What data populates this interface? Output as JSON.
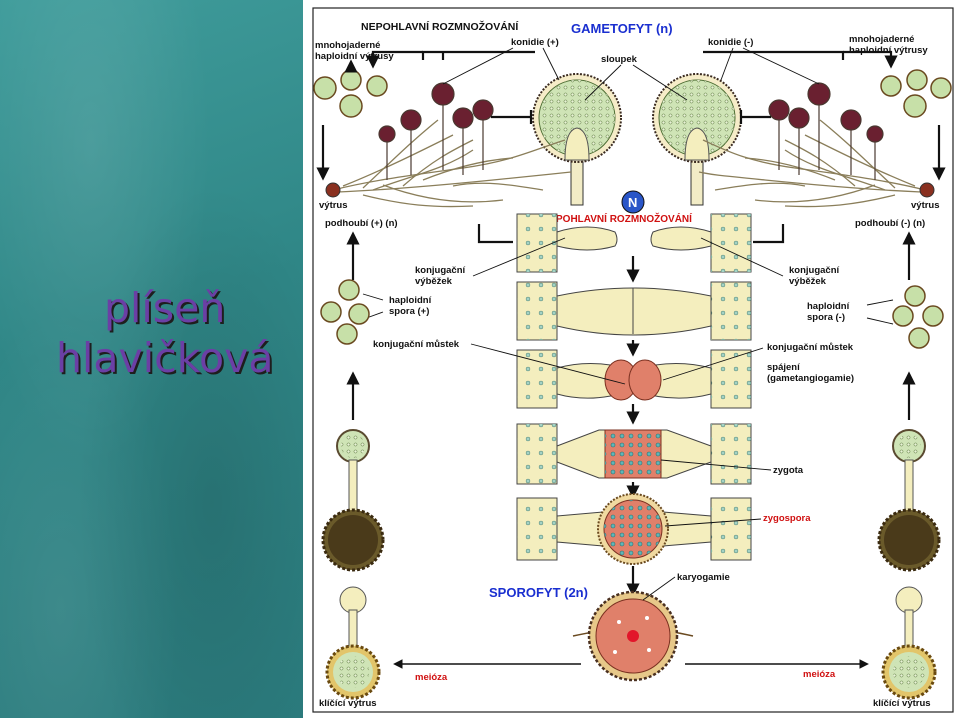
{
  "slide": {
    "title_line1": "plíseň",
    "title_line2": "hlavičková"
  },
  "diagram": {
    "headings": {
      "asexual": "NEPOHLAVNÍ ROZMNOŽOVÁNÍ",
      "gametophyte": "GAMETOFYT (n)",
      "sexual": "POHLAVNÍ ROZMNOŽOVÁNÍ",
      "haploid_badge": "N",
      "sporophyte": "SPOROFYT (2n)"
    },
    "labels": {
      "conidia_plus": "konidie (+)",
      "conidia_minus": "konidie (-)",
      "column": "sloupek",
      "multinucleate_left_1": "mnohojaderné",
      "multinucleate_left_2": "haploidní výtrusy",
      "multinucleate_right_1": "mnohojaderné",
      "multinucleate_right_2": "haploidní výtrusy",
      "spore_left": "výtrus",
      "spore_right": "výtrus",
      "mycelium_plus": "podhoubí (+) (n)",
      "mycelium_minus": "podhoubí (-) (n)",
      "conj_left_1": "konjugační",
      "conj_left_2": "výběžek",
      "conj_right_1": "konjugační",
      "conj_right_2": "výběžek",
      "hap_plus_1": "haploidní",
      "hap_plus_2": "spora (+)",
      "hap_minus_1": "haploidní",
      "hap_minus_2": "spora (-)",
      "bridge_left": "konjugační můstek",
      "bridge_right": "konjugační můstek",
      "fusion_1": "spájení",
      "fusion_2": "(gametangiogamie)",
      "zygote": "zygota",
      "zygospore": "zygospora",
      "karyogamy": "karyogamie",
      "meiosis_left": "meióza",
      "meiosis_right": "meióza",
      "germ_left": "klíčící výtrus",
      "germ_right": "klíčící výtrus"
    },
    "colors": {
      "panel": "#2f8686",
      "title": "#6b3fa5",
      "heading_blue": "#1a2fd0",
      "label_red": "#d01010",
      "hypha": "#f4eebe",
      "sporangium_dark": "#6a2030",
      "zygospore": "#e0806a",
      "spore_green": "#a9cf8c"
    }
  }
}
